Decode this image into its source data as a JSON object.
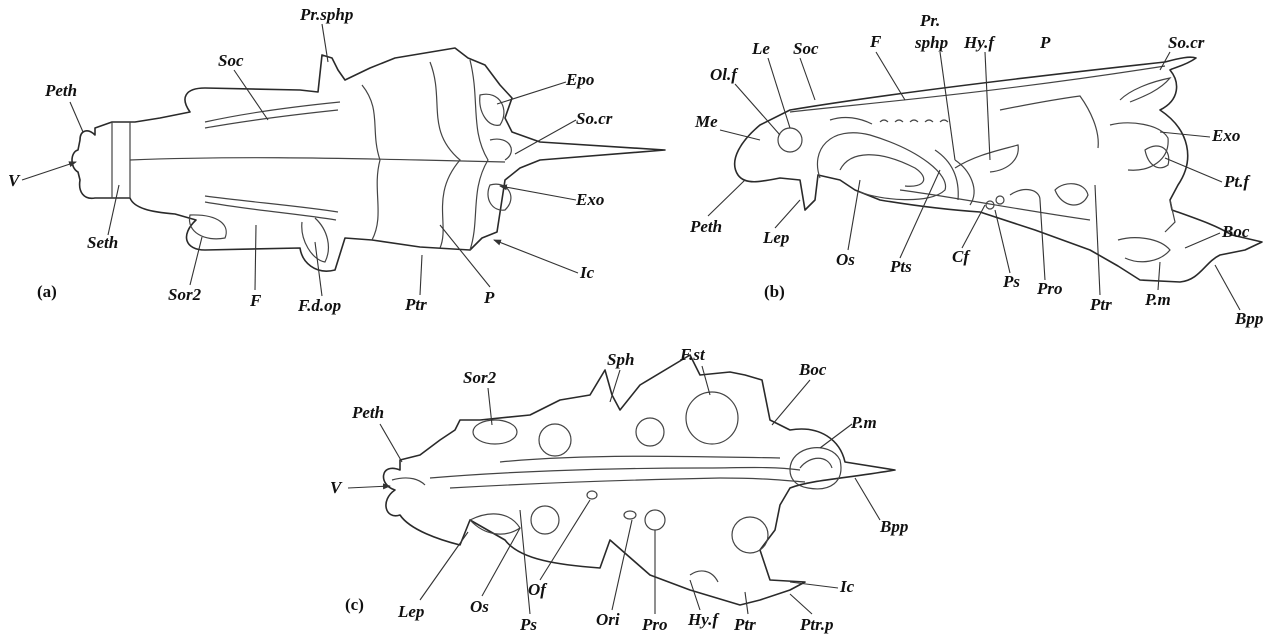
{
  "panels": {
    "a": {
      "tag": "(a)",
      "labels": {
        "peth": "Peth",
        "v": "V",
        "seth": "Seth",
        "soc": "Soc",
        "pr_sphp": "Pr.sphp",
        "epo": "Epo",
        "so_cr": "So.cr",
        "exo": "Exo",
        "ic": "Ic",
        "p": "P",
        "ptr": "Ptr",
        "f_d_op": "F.d.op",
        "f": "F",
        "sor2": "Sor2"
      }
    },
    "b": {
      "tag": "(b)",
      "labels": {
        "le": "Le",
        "soc": "Soc",
        "ol_f": "Ol.f",
        "me": "Me",
        "f": "F",
        "pr": "Pr.",
        "sphp": "sphp",
        "hy_f": "Hy.f",
        "p": "P",
        "so_cr": "So.cr",
        "exo": "Exo",
        "pt_f": "Pt.f",
        "boc": "Boc",
        "bpp": "Bpp",
        "p_m": "P.m",
        "ptr": "Ptr",
        "pro": "Pro",
        "ps": "Ps",
        "cf": "Cf",
        "pts": "Pts",
        "os": "Os",
        "lep": "Lep",
        "peth": "Peth"
      }
    },
    "c": {
      "tag": "(c)",
      "labels": {
        "peth": "Peth",
        "sor2": "Sor2",
        "sph": "Sph",
        "f_st": "F.st",
        "boc": "Boc",
        "p_m": "P.m",
        "v": "V",
        "bpp": "Bpp",
        "ic": "Ic",
        "ptr_p": "Ptr.p",
        "ptr": "Ptr",
        "hy_f": "Hy.f",
        "pro": "Pro",
        "ori": "Ori",
        "of": "Of",
        "ps": "Ps",
        "os": "Os",
        "lep": "Lep"
      }
    }
  }
}
